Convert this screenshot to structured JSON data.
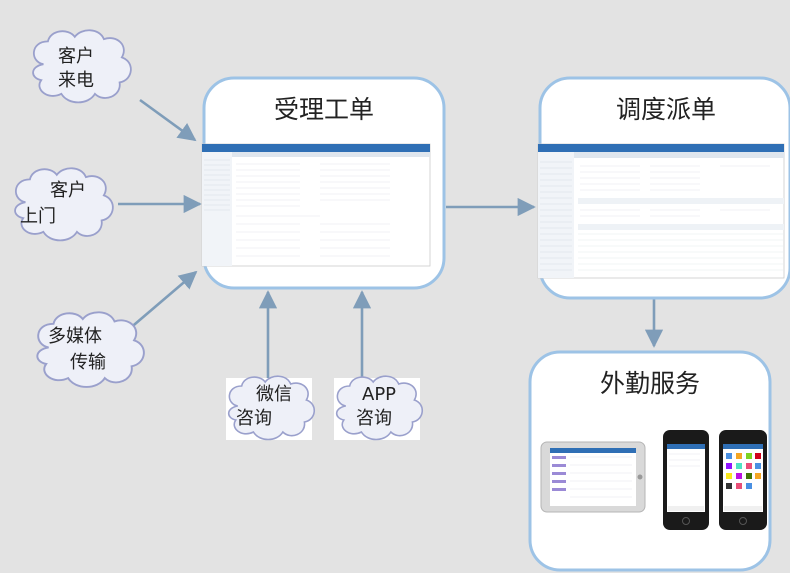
{
  "sources": {
    "customer_call": [
      "客户",
      "来电"
    ],
    "customer_visit": [
      "客户",
      "上门"
    ],
    "multimedia": [
      "多媒体",
      "传输"
    ],
    "wechat": [
      "微信",
      "咨询"
    ],
    "app": [
      "APP",
      "咨询"
    ]
  },
  "boxes": {
    "accept": "受理工单",
    "dispatch": "调度派单",
    "field": "外勤服务"
  },
  "colors": {
    "background": "#e3e3e3",
    "box_border": "#9dc3e6",
    "arrow": "#7f9db9",
    "cloud_fill": "#eef0f8",
    "cloud_border": "#9aa0cc",
    "app_header": "#2f6fb5"
  }
}
